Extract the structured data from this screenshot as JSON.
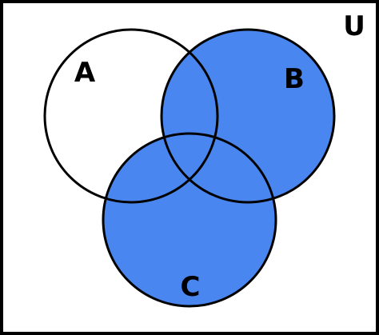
{
  "universe": {
    "label": "U"
  },
  "sets": [
    {
      "id": "A",
      "label": "A",
      "shaded": false
    },
    {
      "id": "B",
      "label": "B",
      "shaded": true
    },
    {
      "id": "C",
      "label": "C",
      "shaded": true
    }
  ],
  "colors": {
    "shade": "#4a86f0",
    "outline": "#000000",
    "background": "#ffffff"
  }
}
